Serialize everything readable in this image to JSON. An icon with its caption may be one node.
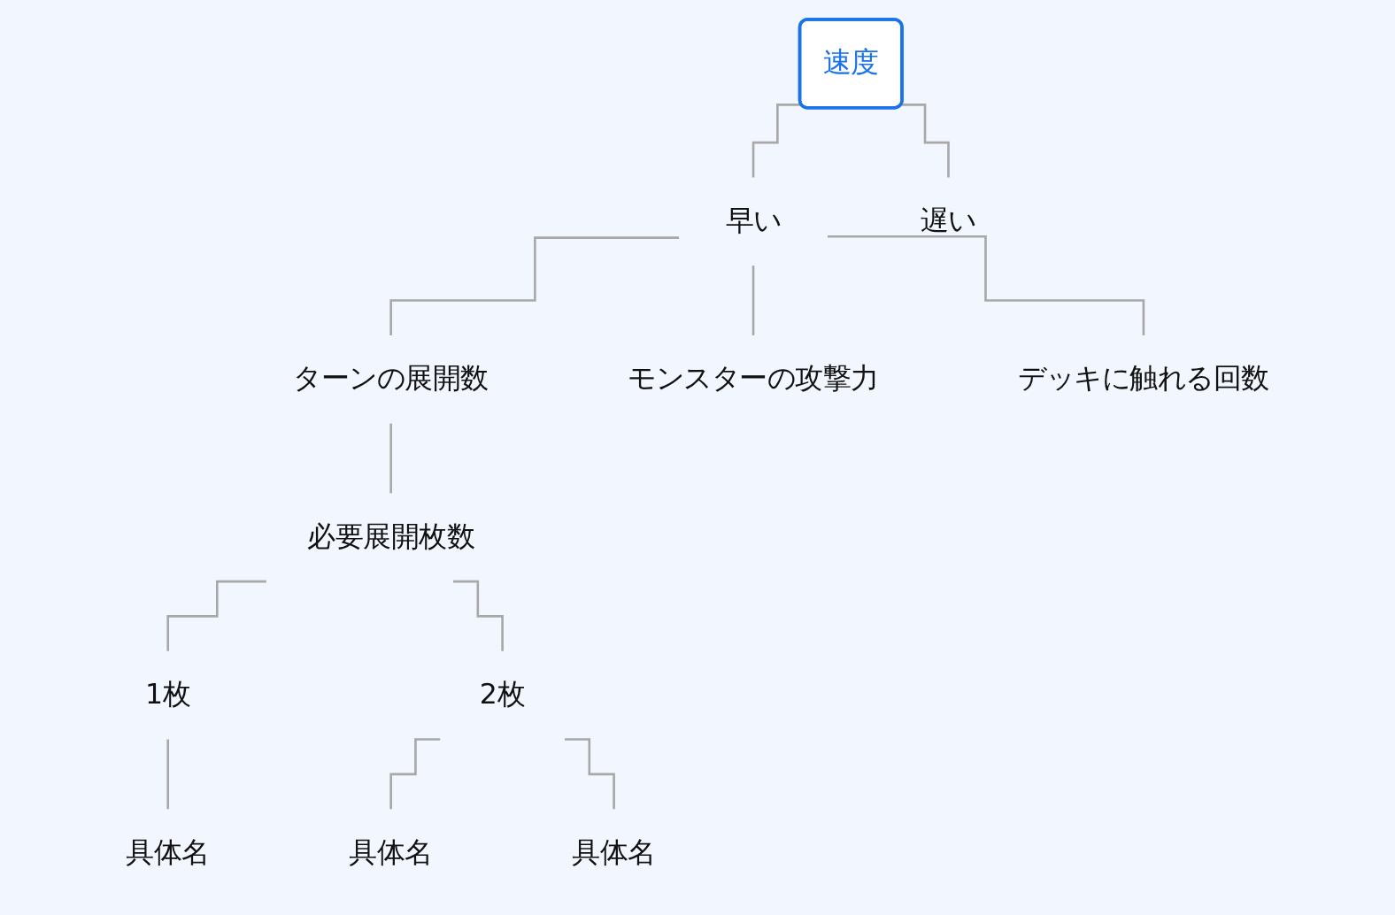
{
  "diagram": {
    "nodes": [
      {
        "text": [
          "速度"
        ]
      },
      {
        "text": [
          "早い"
        ]
      },
      {
        "text": [
          "遅い"
        ]
      },
      {
        "text": [
          "ターンの展開数"
        ]
      },
      {
        "text": [
          "モンスターの攻撃力"
        ]
      },
      {
        "text": [
          "デッキに触れる回数"
        ]
      },
      {
        "text": [
          "必要展開枚数"
        ]
      },
      {
        "text": [
          "1枚"
        ]
      },
      {
        "text": [
          "2枚"
        ]
      },
      {
        "text": [
          "具体名"
        ]
      },
      {
        "text": [
          "具体名"
        ]
      },
      {
        "text": [
          "具体名"
        ]
      }
    ],
    "edges": [
      {
        "from": 0,
        "to": 1,
        "arrow": "none"
      },
      {
        "from": 0,
        "to": 2,
        "arrow": "none"
      },
      {
        "from": 1,
        "to": 3,
        "arrow": "none"
      },
      {
        "from": 1,
        "to": 4,
        "arrow": "none"
      },
      {
        "from": 1,
        "to": 5,
        "arrow": "none"
      },
      {
        "from": 3,
        "to": 6,
        "arrow": "none"
      },
      {
        "from": 6,
        "to": 7,
        "arrow": "none"
      },
      {
        "from": 6,
        "to": 8,
        "arrow": "none"
      },
      {
        "from": 7,
        "to": 9,
        "arrow": "none"
      },
      {
        "from": 8,
        "to": 10,
        "arrow": "none"
      },
      {
        "from": 8,
        "to": 11,
        "arrow": "none"
      }
    ]
  }
}
